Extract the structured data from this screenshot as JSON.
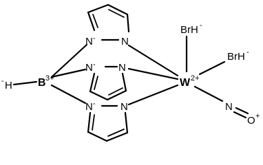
{
  "molecule": {
    "atoms": {
      "h_label": "H",
      "h_charge": "-",
      "b_label": "B",
      "b_charge": "3+",
      "w_label": "W",
      "w_charge": "2+",
      "n_label": "N",
      "n_minus": "-",
      "br1_label": "BrH",
      "br1_charge": "-",
      "br2_label": "BrH",
      "br2_charge": "-",
      "nitrosyl_n": "N",
      "nitrosyl_o": "O",
      "nitrosyl_charge": "+"
    }
  }
}
